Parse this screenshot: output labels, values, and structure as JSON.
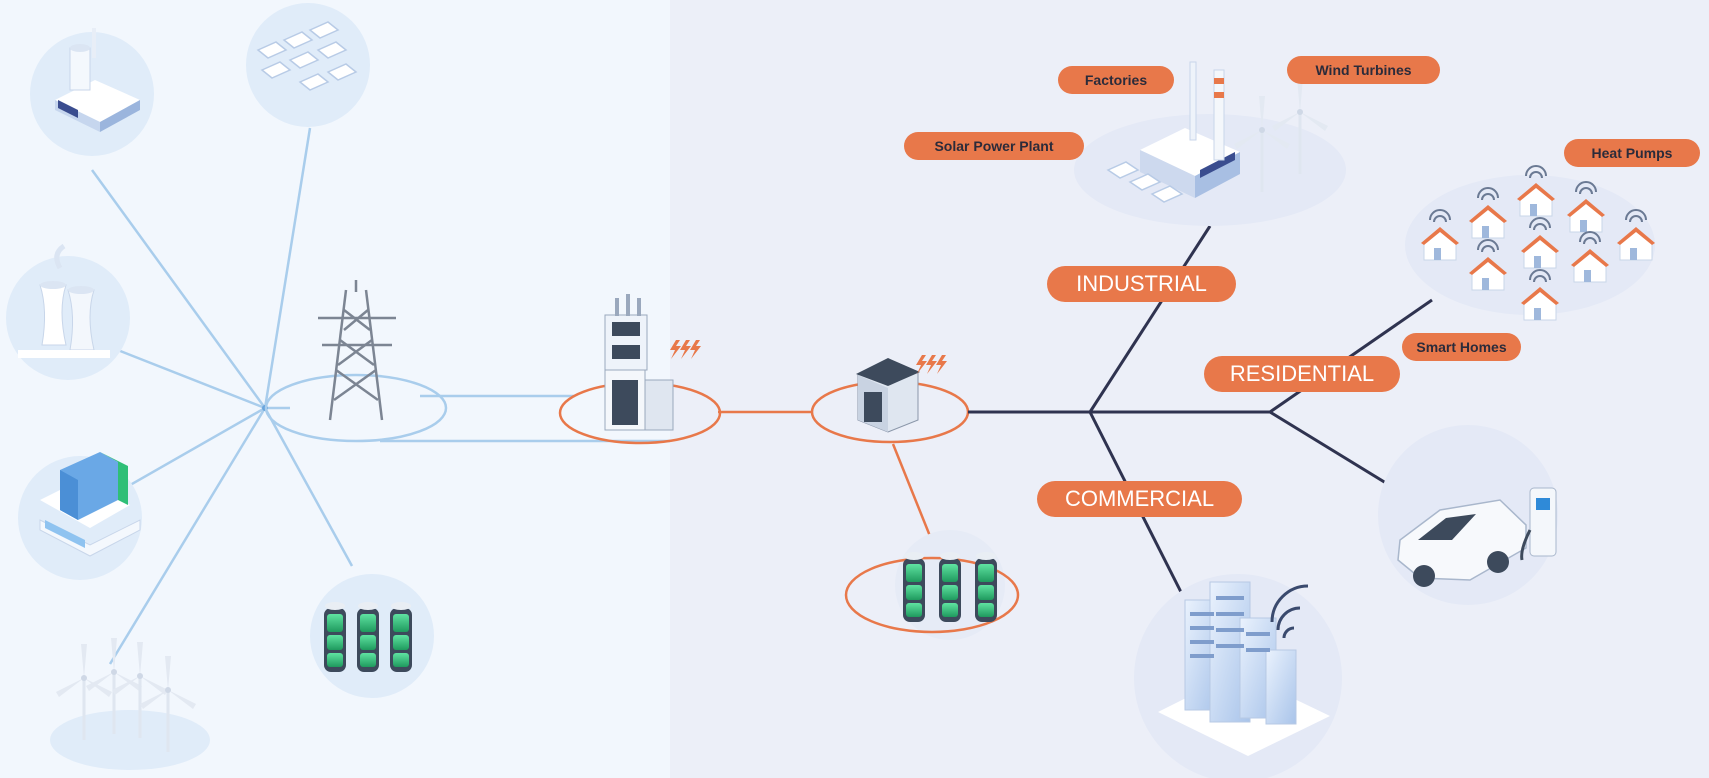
{
  "labels": {
    "factories": "Factories",
    "wind_turbines": "Wind Turbines",
    "solar_power_plant": "Solar Power Plant",
    "heat_pumps": "Heat Pumps",
    "smart_homes": "Smart Homes"
  },
  "sectors": {
    "industrial": "INDUSTRIAL",
    "residential": "RESIDENTIAL",
    "commercial": "COMMERCIAL"
  },
  "colors": {
    "left_bg": "#f2f7fd",
    "right_bg": "#eceff8",
    "accent_orange": "#e8784a",
    "grid_blue": "#a9cdec",
    "dark_line": "#2f3350",
    "battery_green": "#2fbf77"
  },
  "icons": {
    "generation_sources": [
      "power-plant-icon",
      "solar-panels-icon",
      "cooling-towers-icon",
      "hydro-dam-icon",
      "battery-storage-icon",
      "wind-turbines-icon"
    ],
    "grid": [
      "transmission-tower-icon",
      "substation-icon",
      "transformer-icon",
      "lightning-icon"
    ],
    "consumers": [
      "factory-icon",
      "wind-turbine-icon",
      "smart-home-icon",
      "office-buildings-icon",
      "electric-car-icon",
      "charging-station-icon"
    ]
  }
}
